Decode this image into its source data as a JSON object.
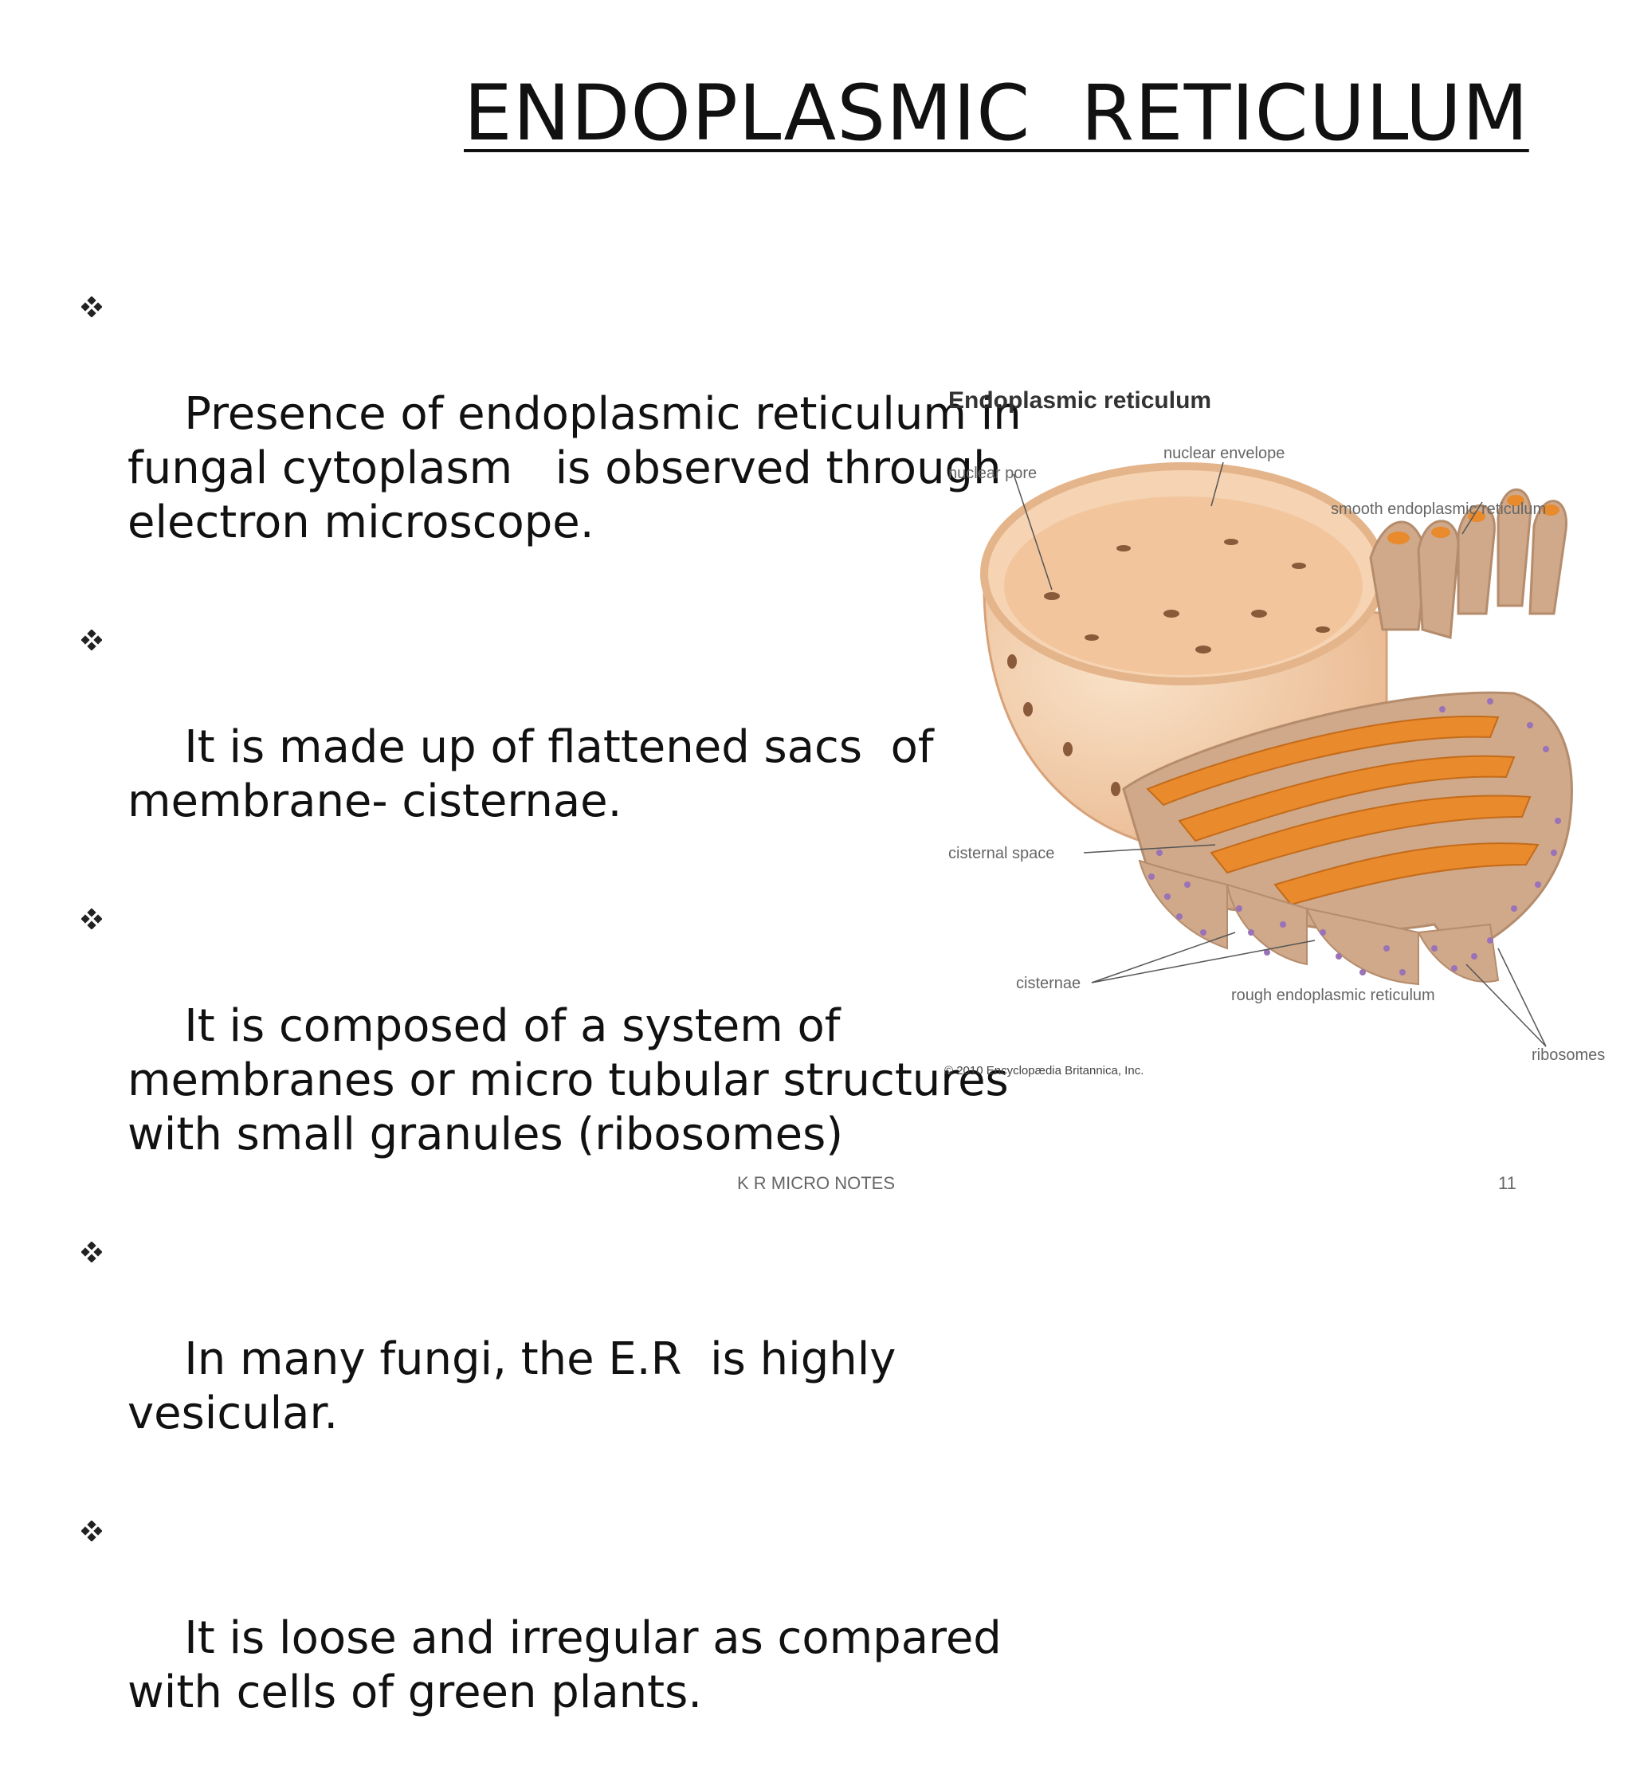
{
  "slide": {
    "title": "ENDOPLASMIC  RETICULUM",
    "bullets": [
      "Presence of endoplasmic reticulum in\nfungal cytoplasm   is observed through\nelectron microscope.",
      "It is made up of flattened sacs  of\nmembrane- cisternae.",
      "It is composed of a system of\nmembranes or micro tubular structures\nwith small granules (ribosomes)",
      "In many fungi, the E.R  is highly\nvesicular.",
      "It is loose and irregular as compared\nwith cells of green plants."
    ],
    "footer": "K R MICRO NOTES",
    "page_number": "11"
  },
  "figure": {
    "title": "Endoplasmic reticulum",
    "labels": {
      "nuclear_envelope": "nuclear envelope",
      "nuclear_pore": "nuclear pore",
      "smooth_er": "smooth endoplasmic reticulum",
      "cisternal_space": "cisternal space",
      "cisternae": "cisternae",
      "rough_er": "rough endoplasmic reticulum",
      "ribosomes": "ribosomes"
    },
    "copyright": "© 2010 Encyclopædia Britannica, Inc."
  },
  "colors": {
    "nucleus_outer": "#f3c9a2",
    "nucleus_inner": "#f8dcc0",
    "er_membrane": "#c9a485",
    "er_lumen": "#e98a2c",
    "ribosome": "#9a72b8"
  }
}
